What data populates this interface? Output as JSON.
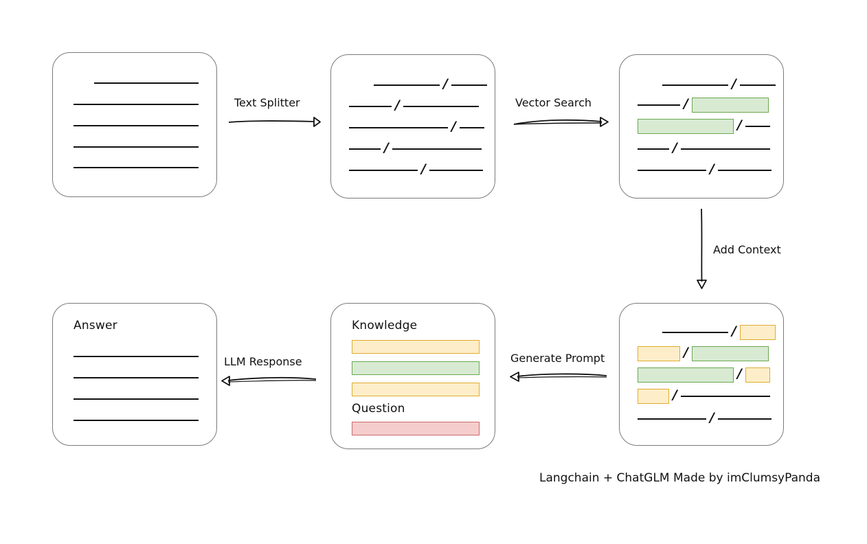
{
  "diagram": {
    "caption": "Langchain + ChatGLM Made by imClumsyPanda",
    "colors": {
      "card_border": "#7a7a7a",
      "line": "#111111",
      "green_fill": "#d9ead3",
      "green_border": "#6aa84f",
      "yellow_fill": "#fdeec9",
      "yellow_border": "#e0ab30",
      "red_fill": "#f5cdcd",
      "red_border": "#cc6a6a"
    },
    "slash": "/"
  },
  "arrows": [
    {
      "id": "text-splitter",
      "label": "Text Splitter",
      "direction": "right"
    },
    {
      "id": "vector-search",
      "label": "Vector Search",
      "direction": "right"
    },
    {
      "id": "add-context",
      "label": "Add Context",
      "direction": "down"
    },
    {
      "id": "generate-prompt",
      "label": "Generate Prompt",
      "direction": "left"
    },
    {
      "id": "llm-response",
      "label": "LLM Response",
      "direction": "left"
    }
  ],
  "cards": {
    "source_document": {
      "name": "source-document",
      "title": "",
      "rows": [
        {
          "indent": 60,
          "segments": [
            {
              "type": "line",
              "width": 152,
              "color": "none"
            }
          ]
        },
        {
          "indent": 30,
          "segments": [
            {
              "type": "line",
              "width": 182,
              "color": "none"
            }
          ]
        },
        {
          "indent": 30,
          "segments": [
            {
              "type": "line",
              "width": 182,
              "color": "none"
            }
          ]
        },
        {
          "indent": 30,
          "segments": [
            {
              "type": "line",
              "width": 182,
              "color": "none"
            }
          ]
        },
        {
          "indent": 30,
          "segments": [
            {
              "type": "line",
              "width": 182,
              "color": "none"
            }
          ]
        }
      ]
    },
    "split_chunks": {
      "name": "split-chunks",
      "title": "",
      "rows": [
        {
          "indent": 62,
          "segments": [
            {
              "type": "line",
              "width": 96,
              "color": "none"
            },
            {
              "type": "slash"
            },
            {
              "type": "line",
              "width": 52,
              "color": "none"
            }
          ]
        },
        {
          "indent": 26,
          "segments": [
            {
              "type": "line",
              "width": 62,
              "color": "none"
            },
            {
              "type": "slash"
            },
            {
              "type": "line",
              "width": 110,
              "color": "none"
            }
          ]
        },
        {
          "indent": 26,
          "segments": [
            {
              "type": "line",
              "width": 144,
              "color": "none"
            },
            {
              "type": "slash"
            },
            {
              "type": "line",
              "width": 36,
              "color": "none"
            }
          ]
        },
        {
          "indent": 26,
          "segments": [
            {
              "type": "line",
              "width": 46,
              "color": "none"
            },
            {
              "type": "slash"
            },
            {
              "type": "line",
              "width": 130,
              "color": "none"
            }
          ]
        },
        {
          "indent": 26,
          "segments": [
            {
              "type": "line",
              "width": 100,
              "color": "none"
            },
            {
              "type": "slash"
            },
            {
              "type": "line",
              "width": 78,
              "color": "none"
            }
          ]
        }
      ]
    },
    "vector_matches": {
      "name": "vector-matched-chunks",
      "title": "",
      "rows": [
        {
          "indent": 62,
          "segments": [
            {
              "type": "line",
              "width": 96,
              "color": "none"
            },
            {
              "type": "slash"
            },
            {
              "type": "line",
              "width": 52,
              "color": "none"
            }
          ]
        },
        {
          "indent": 26,
          "segments": [
            {
              "type": "line",
              "width": 62,
              "color": "none"
            },
            {
              "type": "slash"
            },
            {
              "type": "chip",
              "width": 112,
              "color": "green"
            }
          ]
        },
        {
          "indent": 26,
          "segments": [
            {
              "type": "chip",
              "width": 140,
              "color": "green"
            },
            {
              "type": "slash"
            },
            {
              "type": "line",
              "width": 36,
              "color": "none"
            }
          ]
        },
        {
          "indent": 26,
          "segments": [
            {
              "type": "line",
              "width": 46,
              "color": "none"
            },
            {
              "type": "slash"
            },
            {
              "type": "line",
              "width": 130,
              "color": "none"
            }
          ]
        },
        {
          "indent": 26,
          "segments": [
            {
              "type": "line",
              "width": 100,
              "color": "none"
            },
            {
              "type": "slash"
            },
            {
              "type": "line",
              "width": 78,
              "color": "none"
            }
          ]
        }
      ]
    },
    "context_added": {
      "name": "context-added-chunks",
      "title": "",
      "rows": [
        {
          "indent": 62,
          "segments": [
            {
              "type": "line",
              "width": 96,
              "color": "none"
            },
            {
              "type": "slash"
            },
            {
              "type": "chip",
              "width": 52,
              "color": "yellow"
            }
          ]
        },
        {
          "indent": 26,
          "segments": [
            {
              "type": "chip",
              "width": 62,
              "color": "yellow"
            },
            {
              "type": "slash"
            },
            {
              "type": "chip",
              "width": 112,
              "color": "green"
            }
          ]
        },
        {
          "indent": 26,
          "segments": [
            {
              "type": "chip",
              "width": 140,
              "color": "green"
            },
            {
              "type": "slash"
            },
            {
              "type": "chip",
              "width": 36,
              "color": "yellow"
            }
          ]
        },
        {
          "indent": 26,
          "segments": [
            {
              "type": "chip",
              "width": 46,
              "color": "yellow"
            },
            {
              "type": "slash"
            },
            {
              "type": "line",
              "width": 130,
              "color": "none"
            }
          ]
        },
        {
          "indent": 26,
          "segments": [
            {
              "type": "line",
              "width": 100,
              "color": "none"
            },
            {
              "type": "slash"
            },
            {
              "type": "line",
              "width": 78,
              "color": "none"
            }
          ]
        }
      ]
    },
    "prompt": {
      "name": "generated-prompt",
      "knowledge_label": "Knowledge",
      "question_label": "Question",
      "knowledge_bars": [
        {
          "color": "yellow",
          "width": 186
        },
        {
          "color": "green",
          "width": 186
        },
        {
          "color": "yellow",
          "width": 186
        }
      ],
      "question_bars": [
        {
          "color": "red",
          "width": 186
        }
      ]
    },
    "answer": {
      "name": "answer-document",
      "title": "Answer",
      "rows": [
        {
          "indent": 30,
          "segments": [
            {
              "type": "line",
              "width": 182,
              "color": "none"
            }
          ]
        },
        {
          "indent": 30,
          "segments": [
            {
              "type": "line",
              "width": 182,
              "color": "none"
            }
          ]
        },
        {
          "indent": 30,
          "segments": [
            {
              "type": "line",
              "width": 182,
              "color": "none"
            }
          ]
        },
        {
          "indent": 30,
          "segments": [
            {
              "type": "line",
              "width": 182,
              "color": "none"
            }
          ]
        }
      ]
    }
  }
}
